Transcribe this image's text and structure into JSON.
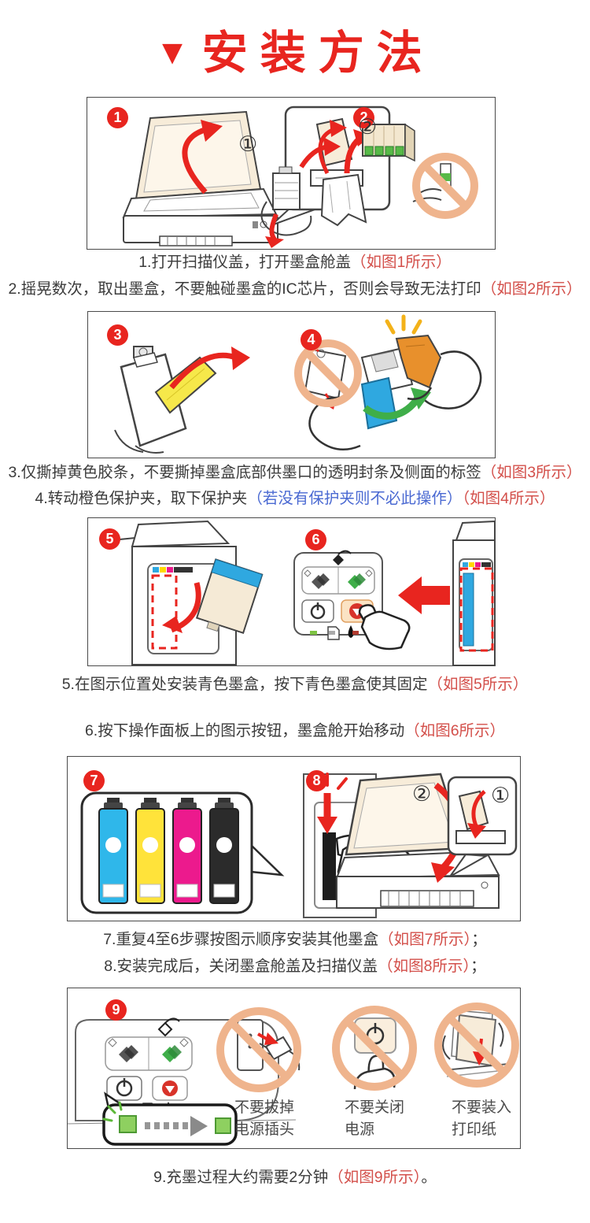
{
  "title": {
    "marker": "▼",
    "text": "安装方法"
  },
  "steps": [
    {
      "text": "1.打开扫描仪盖，打开墨盒舱盖",
      "ref": "（如图1所示）",
      "suffix": ""
    },
    {
      "text": "2.摇晃数次，取出墨盒，不要触碰墨盒的IC芯片，否则会导致无法打印",
      "ref": "（如图2所示）",
      "suffix": ""
    },
    {
      "text": "3.仅撕掉黄色胶条，不要撕掉墨盒底部供墨口的透明封条及侧面的标签",
      "ref": "（如图3所示）",
      "suffix": ""
    },
    {
      "text": "4.转动橙色保护夹，取下保护夹",
      "note": "（若没有保护夹则不必此操作）",
      "ref": "（如图4所示）",
      "suffix": ""
    },
    {
      "text": "5.在图示位置处安装青色墨盒，按下青色墨盒使其固定",
      "ref": "（如图5所示）",
      "suffix": ""
    },
    {
      "text": "6.按下操作面板上的图示按钮，墨盒舱开始移动",
      "ref": "（如图6所示）",
      "suffix": ""
    },
    {
      "text": "7.重复4至6步骤按图示顺序安装其他墨盒",
      "ref": "（如图7所示）",
      "suffix": "；"
    },
    {
      "text": "8.安装完成后，关闭墨盒舱盖及扫描仪盖",
      "ref": "（如图8所示）",
      "suffix": "；"
    },
    {
      "text": "9.充墨过程大约需要2分钟",
      "ref": "（如图9所示）",
      "suffix": "。"
    }
  ],
  "figures": {
    "badges": [
      "1",
      "2",
      "3",
      "4",
      "5",
      "6",
      "7",
      "8",
      "9"
    ],
    "circled": {
      "one": "①",
      "two": "②"
    },
    "warnings": [
      {
        "line1": "不要拔掉",
        "line2": "电源插头"
      },
      {
        "line1": "不要关闭",
        "line2": "电源"
      },
      {
        "line1": "不要装入",
        "line2": "打印纸"
      }
    ]
  },
  "colors": {
    "accent_red": "#e8251f",
    "ref_red": "#d34f4a",
    "note_blue": "#4a69d2",
    "body_text": "#3b3b3b",
    "ban_ring": "#efb48d",
    "cyan_ink": "#2fa8e0",
    "yellow_ink": "#ffe33a",
    "magenta_ink": "#ec1a8d",
    "black_ink": "#2b2b2b",
    "green_arrow": "#3fae49",
    "orange_clip": "#e8902c",
    "yellow_tape": "#f6e84a",
    "led_green": "#8ed060"
  }
}
